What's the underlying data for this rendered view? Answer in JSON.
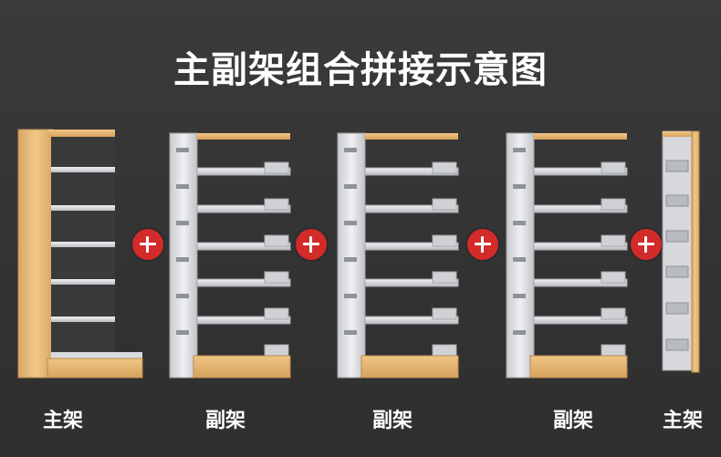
{
  "title": "主副架组合拼接示意图",
  "labels": {
    "main_left": "主架",
    "sub_1": "副架",
    "sub_2": "副架",
    "sub_3": "副架",
    "main_right": "主架"
  },
  "colors": {
    "background": "#353535",
    "wood": "#e5b977",
    "metal": "#d7d9dc",
    "plus": "#d32a2a"
  },
  "icons": [
    "plus-icon"
  ]
}
